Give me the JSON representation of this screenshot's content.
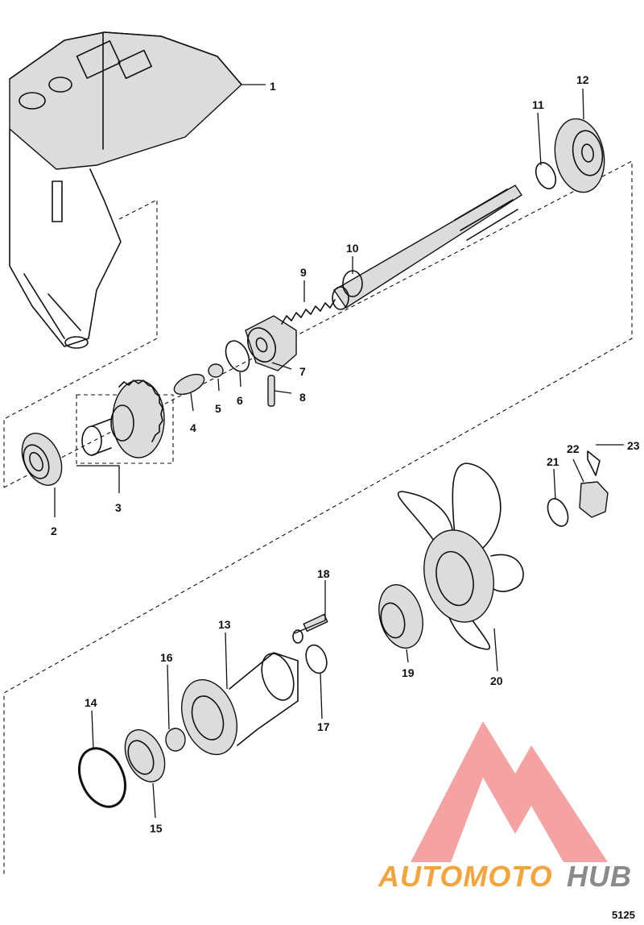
{
  "callouts": [
    "1",
    "2",
    "3",
    "4",
    "5",
    "6",
    "7",
    "8",
    "9",
    "10",
    "11",
    "12",
    "13",
    "14",
    "15",
    "16",
    "17",
    "18",
    "19",
    "20",
    "21",
    "22",
    "23"
  ],
  "watermark": {
    "part1": "AUTOMOTO",
    "part2": "HUB",
    "color_primary": "#f4a43a",
    "color_secondary": "#8a8a8a",
    "logo_color": "#f28b8b"
  },
  "figure_number": "5125"
}
